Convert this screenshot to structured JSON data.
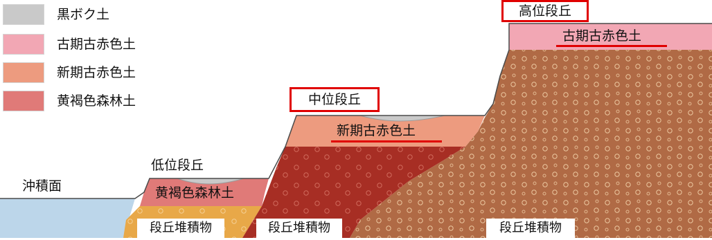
{
  "legend": {
    "items": [
      {
        "label": "黒ボク土",
        "color": "#c9c9c9"
      },
      {
        "label": "古期古赤色土",
        "color": "#f2a7b4"
      },
      {
        "label": "新期古赤色土",
        "color": "#ed9b7f"
      },
      {
        "label": "黄褐色森林土",
        "color": "#e07a78"
      }
    ]
  },
  "terraces": {
    "alluvial_plain": "沖積面",
    "low": "低位段丘",
    "middle": "中位段丘",
    "high": "高位段丘"
  },
  "soils": {
    "low_terrace": "黄褐色森林土",
    "middle_terrace": "新期古赤色土",
    "high_terrace": "古期古赤色土"
  },
  "deposits": {
    "low": "段丘堆積物",
    "middle": "段丘堆積物",
    "high": "段丘堆積物"
  },
  "colors": {
    "kuroboku": "#c9c9c9",
    "old_red_soil": "#f2a7b4",
    "new_red_soil": "#ed9b7f",
    "yellow_brown_forest_soil": "#e07a78",
    "alluvium": "#bcd6ea",
    "low_deposit": "#e8a848",
    "middle_deposit": "#a72e24",
    "high_deposit": "#b06a45",
    "highlight": "#e00000"
  }
}
